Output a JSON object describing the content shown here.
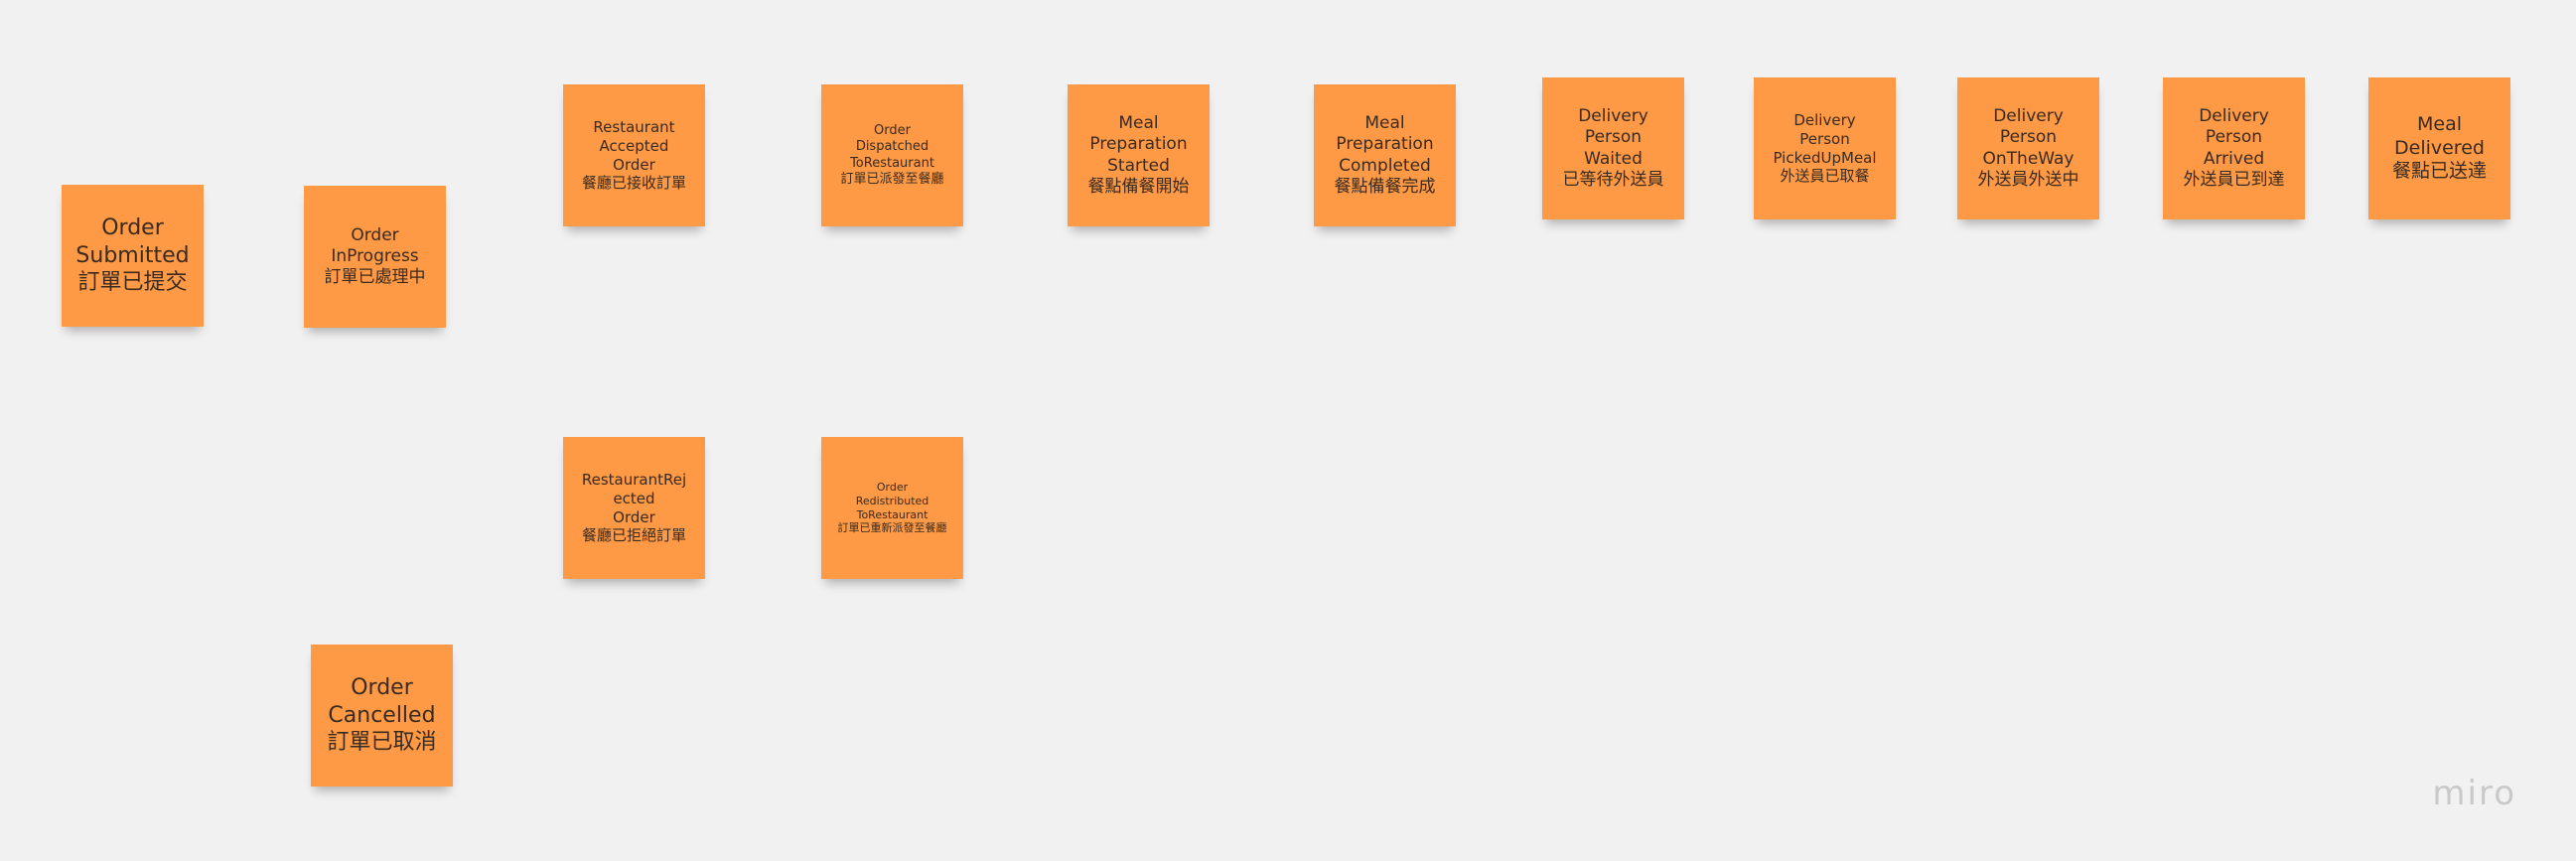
{
  "board": {
    "stickies": [
      {
        "id": "order-submitted",
        "text": "Order\nSubmitted\n訂單已提交",
        "color": "#fe9a45"
      },
      {
        "id": "order-inprogress",
        "text": "Order\nInProgress\n訂單已處理中",
        "color": "#fe9a45"
      },
      {
        "id": "restaurant-accepted-order",
        "text": "Restaurant\nAccepted\nOrder\n餐廳已接收訂單",
        "color": "#fe9a45"
      },
      {
        "id": "order-dispatched-to-restaurant",
        "text": "Order\nDispatched\nToRestaurant\n訂單已派發至餐廳",
        "color": "#fe9a45"
      },
      {
        "id": "meal-preparation-started",
        "text": "Meal\nPreparation\nStarted\n餐點備餐開始",
        "color": "#fe9a45"
      },
      {
        "id": "meal-preparation-completed",
        "text": "Meal\nPreparation\nCompleted\n餐點備餐完成",
        "color": "#fe9a45"
      },
      {
        "id": "delivery-person-waited",
        "text": "Delivery\nPerson\nWaited\n已等待外送員",
        "color": "#fe9a45"
      },
      {
        "id": "delivery-person-pickedupmeal",
        "text": "Delivery\nPerson\nPickedUpMeal\n外送員已取餐",
        "color": "#fe9a45"
      },
      {
        "id": "delivery-person-ontheway",
        "text": "Delivery\nPerson\nOnTheWay\n外送員外送中",
        "color": "#fe9a45"
      },
      {
        "id": "delivery-person-arrived",
        "text": "Delivery\nPerson\nArrived\n外送員已到達",
        "color": "#fe9a45"
      },
      {
        "id": "meal-delivered",
        "text": "Meal\nDelivered\n餐點已送達",
        "color": "#fe9a45"
      },
      {
        "id": "restaurant-rejected-order",
        "text": "RestaurantRej\nected\nOrder\n餐廳已拒絕訂單",
        "color": "#fe9a45"
      },
      {
        "id": "order-redistributed-to-restaurant",
        "text": "Order\nRedistributed\nToRestaurant\n訂單已重新派發至餐廳",
        "color": "#fe9a45"
      },
      {
        "id": "order-cancelled",
        "text": "Order\nCancelled\n訂單已取消",
        "color": "#fe9a45"
      }
    ]
  },
  "watermark": "miro"
}
